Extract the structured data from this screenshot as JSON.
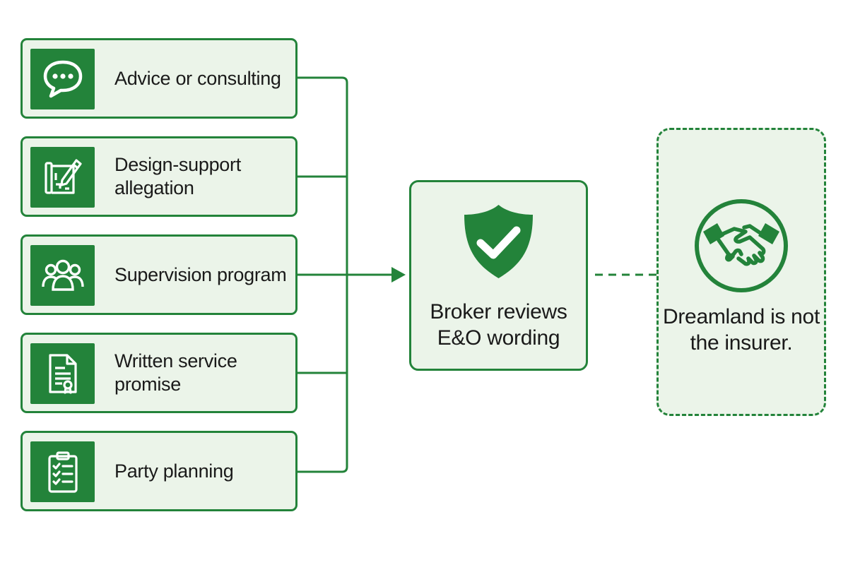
{
  "triggers": [
    {
      "label": "Advice or consulting",
      "icon": "speech-bubble-icon"
    },
    {
      "label": "Design-support allegation",
      "icon": "blueprint-pencil-icon"
    },
    {
      "label": "Supervision program",
      "icon": "people-group-icon"
    },
    {
      "label": "Written service promise",
      "icon": "document-certificate-icon"
    },
    {
      "label": "Party planning",
      "icon": "clipboard-checklist-icon"
    }
  ],
  "review": {
    "label": "Broker reviews E&O wording",
    "icon": "shield-check-icon"
  },
  "note": {
    "label": "Dreamland is not the insurer.",
    "icon": "handshake-icon"
  },
  "colors": {
    "accent": "#23833a",
    "card_fill": "#ebf4e9",
    "text": "#1a1a1a",
    "background": "#ffffff"
  }
}
